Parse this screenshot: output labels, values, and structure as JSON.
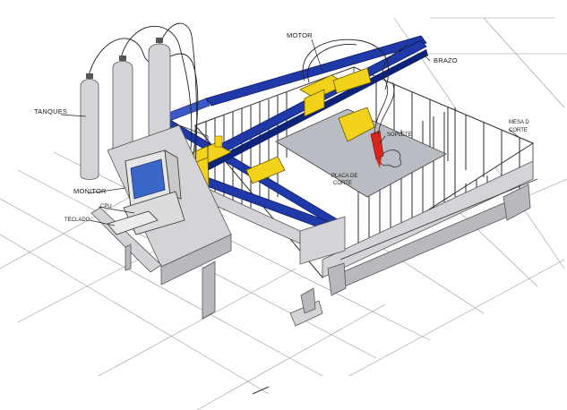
{
  "labels": {
    "tanques": "TANQUES",
    "monitor": "MONITOR",
    "cpu": "CPU",
    "teclado": "TECLADO",
    "motor": "MOTOR",
    "brazo": "BRAZO",
    "mesa_line1": "MESA D",
    "mesa_line2": "CORTE",
    "soplete": "SOPLETE",
    "placa_line1": "PLACA DE",
    "placa_line2": "CORTE"
  },
  "colors": {
    "frame_blue": "#1f3aa8",
    "carriage_yellow": "#f2d21b",
    "torch_red": "#d8261f",
    "screen_blue": "#3b67c9",
    "steel_gray": "#d4d4d8"
  }
}
